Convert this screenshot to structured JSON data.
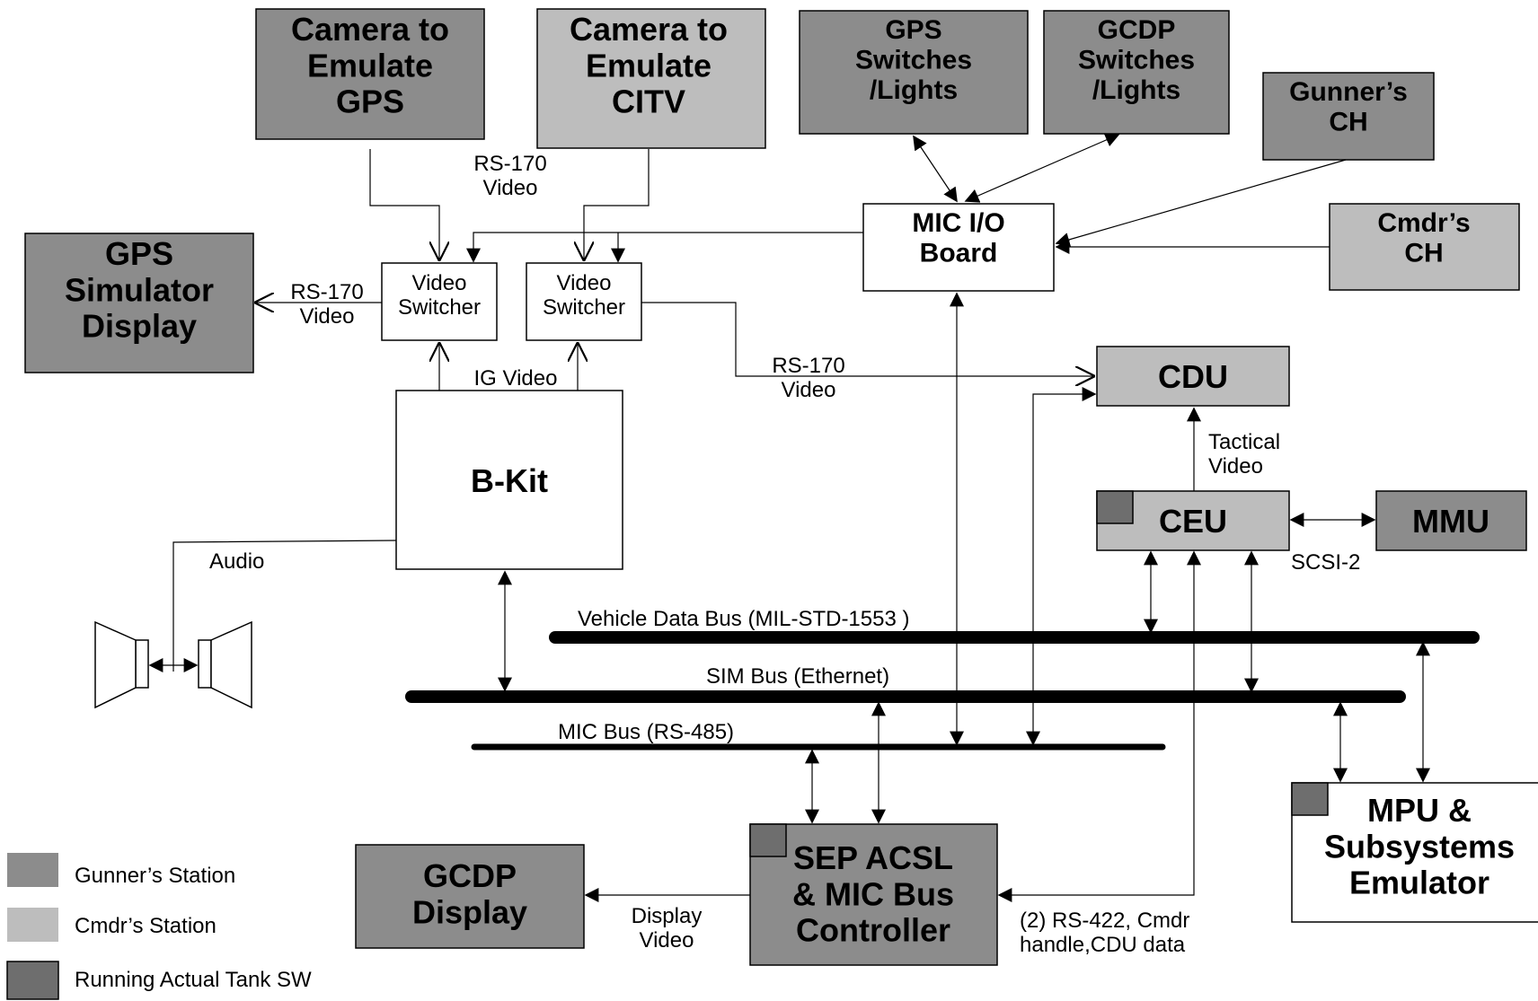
{
  "colors": {
    "gunner": "#8c8c8c",
    "cmdr": "#bdbdbd",
    "actual_sw": "#6e6e6e",
    "plain": "#ffffff",
    "line": "#000000"
  },
  "blocks": {
    "cam_gps": [
      "Camera to",
      "Emulate",
      "GPS"
    ],
    "cam_citv": [
      "Camera to",
      "Emulate",
      "CITV"
    ],
    "gps_sw": [
      "GPS",
      "Switches",
      "/Lights"
    ],
    "gcdp_sw": [
      "GCDP",
      "Switches",
      "/Lights"
    ],
    "gunner_ch": [
      "Gunner’s",
      "CH"
    ],
    "cmdr_ch": [
      "Cmdr’s",
      "CH"
    ],
    "mic_io": [
      "MIC I/O",
      "Board"
    ],
    "gps_disp": [
      "GPS",
      "Simulator",
      "Display"
    ],
    "vs1": [
      "Video",
      "Switcher"
    ],
    "vs2": [
      "Video",
      "Switcher"
    ],
    "cdu": [
      "CDU"
    ],
    "bkit": [
      "B-Kit"
    ],
    "ceu": [
      "CEU"
    ],
    "mmu": [
      "MMU"
    ],
    "mpu": [
      "MPU &",
      "Subsystems",
      "Emulator"
    ],
    "gcdp_disp": [
      "GCDP",
      "Display"
    ],
    "sep": [
      "SEP ACSL",
      "& MIC Bus",
      "Controller"
    ]
  },
  "labels": {
    "rs170_top": [
      "RS-170",
      "Video"
    ],
    "rs170_left": [
      "RS-170",
      "Video"
    ],
    "rs170_right": [
      "RS-170",
      "Video"
    ],
    "ig_video": [
      "IG Video"
    ],
    "tactical": [
      "Tactical",
      "Video"
    ],
    "scsi": [
      "SCSI-2"
    ],
    "audio": [
      "Audio"
    ],
    "display_video": [
      "Display",
      "Video"
    ],
    "rs422": [
      "(2) RS-422, Cmdr",
      "handle,CDU data"
    ]
  },
  "buses": {
    "vehicle": "Vehicle Data Bus (MIL-STD-1553 )",
    "sim": "SIM Bus (Ethernet)",
    "mic": "MIC Bus (RS-485)"
  },
  "legend": [
    {
      "label": "Gunner’s Station",
      "color": "#8c8c8c"
    },
    {
      "label": "Cmdr’s Station",
      "color": "#bdbdbd"
    },
    {
      "label": "Running Actual Tank SW",
      "color": "#6e6e6e"
    }
  ]
}
